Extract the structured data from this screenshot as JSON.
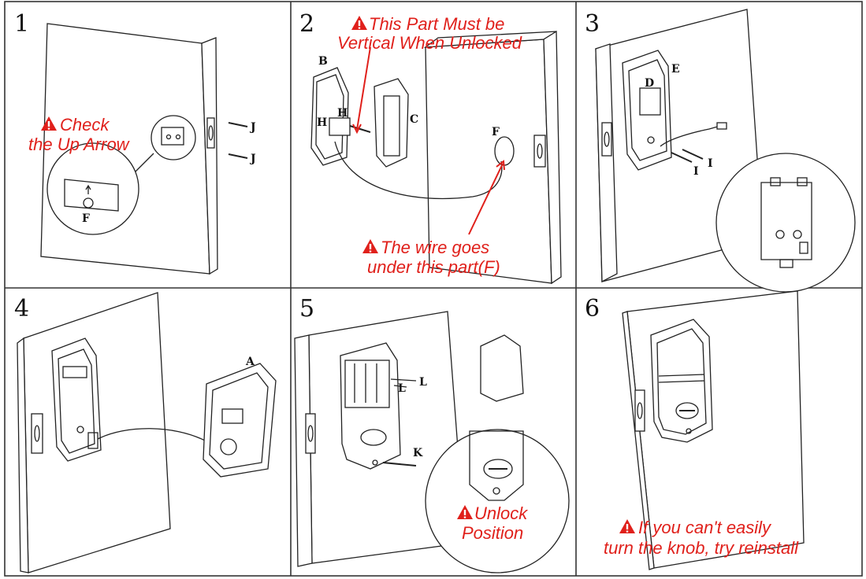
{
  "steps": [
    {
      "number": "1",
      "note_line1": "Check",
      "note_line2": "the Up Arrow",
      "labels": [
        "J",
        "J",
        "F"
      ]
    },
    {
      "number": "2",
      "note_top_line1": "This Part Must be",
      "note_top_line2": "Vertical When Unlocked",
      "note_bottom_line1": "The wire goes",
      "note_bottom_line2": "under this part(F)",
      "labels": [
        "B",
        "C",
        "H",
        "H",
        "F"
      ]
    },
    {
      "number": "3",
      "labels": [
        "D",
        "E",
        "I",
        "I"
      ]
    },
    {
      "number": "4",
      "labels": [
        "A"
      ]
    },
    {
      "number": "5",
      "note_line1": "Unlock",
      "note_line2": "Position",
      "labels": [
        "L",
        "L",
        "K"
      ]
    },
    {
      "number": "6",
      "note_line1": "If you can't easily",
      "note_line2": "turn the knob,  try reinstall"
    }
  ],
  "colors": {
    "note": "#e0201b",
    "line": "#222222",
    "background": "#ffffff"
  },
  "icons": [
    "warning-icon"
  ]
}
